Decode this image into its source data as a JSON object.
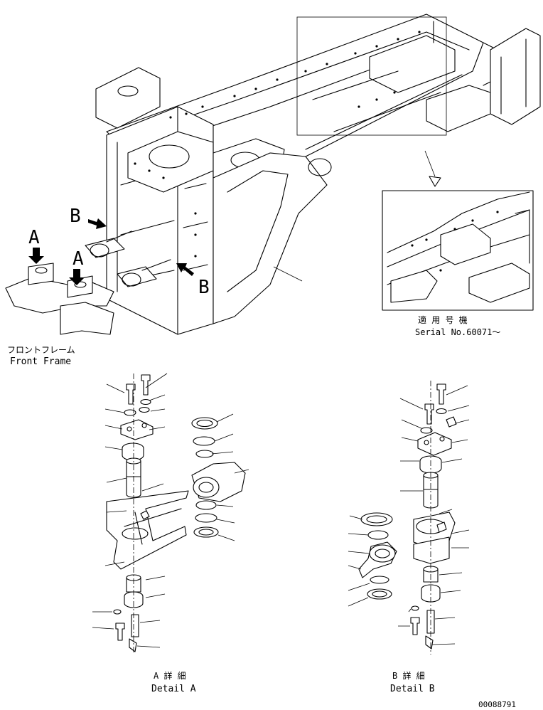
{
  "callouts": {
    "arrow_a_left": "A",
    "arrow_a_right": "A",
    "arrow_b_left": "B",
    "arrow_b_right": "B"
  },
  "front_frame": {
    "label_jp": "フロントフレーム",
    "label_en": "Front Frame"
  },
  "inset": {
    "applicable_jp": "適 用 号 機",
    "serial": "Serial No.60071～"
  },
  "detail_a": {
    "label_jp": "A 詳 細",
    "label_en": "Detail A"
  },
  "detail_b": {
    "label_jp": "B 詳 細",
    "label_en": "Detail B"
  },
  "drawing_number": "00088791"
}
